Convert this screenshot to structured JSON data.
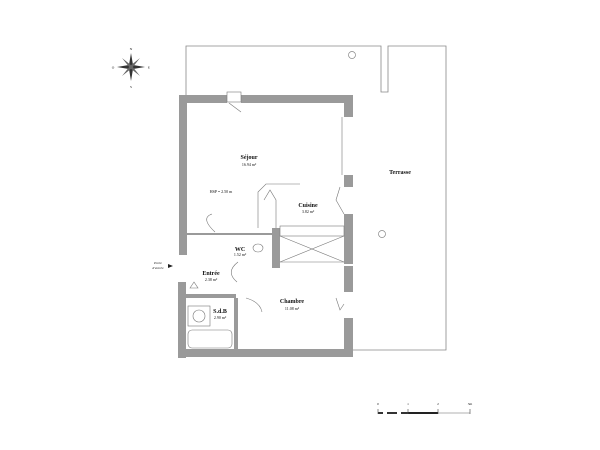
{
  "plan": {
    "rooms": {
      "sejour": {
        "name": "Séjour",
        "area": "16.94 m²"
      },
      "hsp": "HSP = 2.50 m",
      "cuisine": {
        "name": "Cuisine",
        "area": "3.82 m²"
      },
      "wc": {
        "name": "WC",
        "area": "1.52 m²"
      },
      "entree": {
        "name": "Entrée",
        "area": "2.38 m²"
      },
      "sdb": {
        "name": "S.d.B",
        "area": "2.90 m²"
      },
      "chambre": {
        "name": "Chambre",
        "area": "11.08 m²"
      },
      "terrasse": {
        "name": "Terrasse"
      }
    },
    "entrance_note": [
      "Porte",
      "d'entrée"
    ],
    "compass": {
      "n": "N",
      "s": "S",
      "e": "E",
      "w": "O"
    },
    "scale_bar": {
      "ticks": [
        "0",
        "1",
        "2",
        "3m"
      ]
    },
    "colors": {
      "wall": "#9a9a9a",
      "line": "#777777",
      "text": "#111111"
    }
  }
}
